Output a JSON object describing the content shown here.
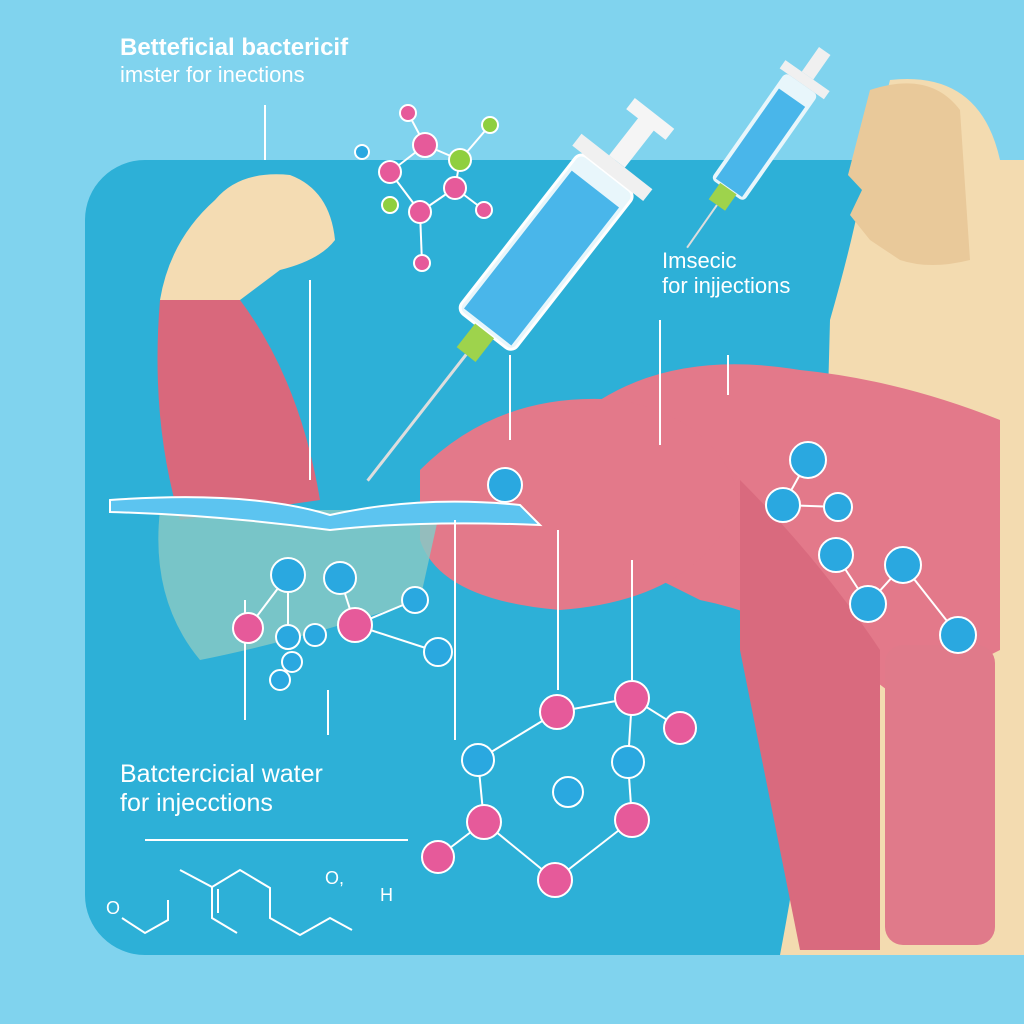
{
  "labels": {
    "top": {
      "line1": "Betteficial bactericif",
      "line2": "imster for inections"
    },
    "right": {
      "line1": "Imsecic",
      "line2": "for injjections"
    },
    "bottom": {
      "line1": "Batctercicial water",
      "line2": "for injecctions"
    }
  },
  "chem_atoms": {
    "o1": "O",
    "o2": "O,",
    "h": "H"
  },
  "colors": {
    "background": "#80d3ee",
    "panel": "#2db0d7",
    "muscle": "#e07a8a",
    "skin": "#f6dcb0",
    "atom_blue": "#2aa8e0",
    "atom_pink": "#e65a9a",
    "liquid": "#5cc4f0"
  }
}
